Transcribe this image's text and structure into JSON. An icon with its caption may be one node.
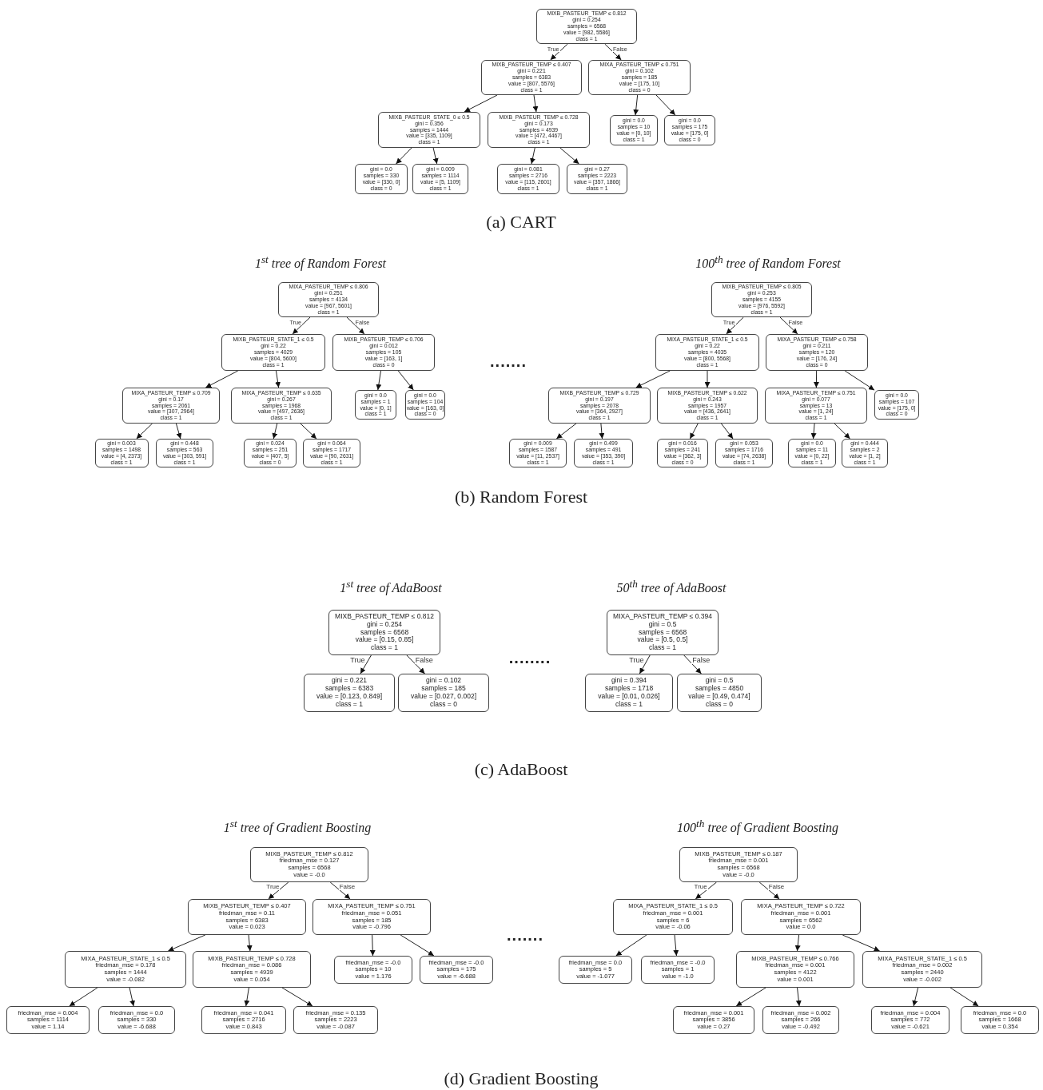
{
  "diagram": {
    "nodes": [
      {
        "text": [
          "MIXB_PASTEUR_TEMP ≤ 0.812",
          "gini = 0.254",
          "samples = 6568",
          "value = [982, 5586]",
          "class = 1"
        ]
      },
      {
        "text": [
          "MIXB_PASTEUR_TEMP ≤ 0.407",
          "gini = 0.221",
          "samples = 6383",
          "value = [807, 5576]",
          "class = 1"
        ]
      },
      {
        "text": [
          "MIXA_PASTEUR_TEMP ≤ 0.751",
          "gini = 0.102",
          "samples = 185",
          "value = [175, 10]",
          "class = 0"
        ]
      },
      {
        "text": [
          "MIXB_PASTEUR_STATE_0 ≤ 0.5",
          "gini = 0.356",
          "samples = 1444",
          "value = [335, 1109]",
          "class = 1"
        ]
      },
      {
        "text": [
          "MIXB_PASTEUR_TEMP ≤ 0.728",
          "gini = 0.173",
          "samples = 4939",
          "value = [472, 4467]",
          "class = 1"
        ]
      },
      {
        "text": [
          "gini = 0.0",
          "samples = 10",
          "value = [0, 10]",
          "class = 1"
        ]
      },
      {
        "text": [
          "gini = 0.0",
          "samples = 175",
          "value = [175, 0]",
          "class = 0"
        ]
      },
      {
        "text": [
          "gini = 0.0",
          "samples = 330",
          "value = [330, 0]",
          "class = 0"
        ]
      },
      {
        "text": [
          "gini = 0.009",
          "samples = 1114",
          "value = [5, 1109]",
          "class = 1"
        ]
      },
      {
        "text": [
          "gini = 0.081",
          "samples = 2716",
          "value = [115, 2601]",
          "class = 1"
        ]
      },
      {
        "text": [
          "gini = 0.27",
          "samples = 2223",
          "value = [357, 1866]",
          "class = 1"
        ]
      },
      {
        "text": [
          "MIXA_PASTEUR_TEMP ≤ 0.806",
          "gini = 0.251",
          "samples = 4134",
          "value = [967, 5601]",
          "class = 1"
        ]
      },
      {
        "text": [
          "MIXB_PASTEUR_STATE_1 ≤ 0.5",
          "gini = 0.22",
          "samples = 4029",
          "value = [804, 5600]",
          "class = 1"
        ]
      },
      {
        "text": [
          "MIXB_PASTEUR_TEMP ≤ 0.706",
          "gini = 0.012",
          "samples = 105",
          "value = [163, 1]",
          "class = 0"
        ]
      },
      {
        "text": [
          "MIXA_PASTEUR_TEMP ≤ 0.709",
          "gini = 0.17",
          "samples = 2061",
          "value = [307, 2964]",
          "class = 1"
        ]
      },
      {
        "text": [
          "MIXA_PASTEUR_TEMP ≤ 0.635",
          "gini = 0.267",
          "samples = 1968",
          "value = [497, 2636]",
          "class = 1"
        ]
      },
      {
        "text": [
          "gini = 0.0",
          "samples = 1",
          "value = [0, 1]",
          "class = 1"
        ]
      },
      {
        "text": [
          "gini = 0.0",
          "samples = 104",
          "value = [163, 0]",
          "class = 0"
        ]
      },
      {
        "text": [
          "gini = 0.003",
          "samples = 1498",
          "value = [4, 2373]",
          "class = 1"
        ]
      },
      {
        "text": [
          "gini = 0.448",
          "samples = 563",
          "value = [303, 591]",
          "class = 1"
        ]
      },
      {
        "text": [
          "gini = 0.024",
          "samples = 251",
          "value = [407, 5]",
          "class = 0"
        ]
      },
      {
        "text": [
          "gini = 0.064",
          "samples = 1717",
          "value = [90, 2631]",
          "class = 1"
        ]
      },
      {
        "text": [
          "MIXB_PASTEUR_TEMP ≤ 0.805",
          "gini = 0.253",
          "samples = 4155",
          "value = [976, 5592]",
          "class = 1"
        ]
      },
      {
        "text": [
          "MIXA_PASTEUR_STATE_1 ≤ 0.5",
          "gini = 0.22",
          "samples = 4035",
          "value = [800, 5568]",
          "class = 1"
        ]
      },
      {
        "text": [
          "MIXA_PASTEUR_TEMP ≤ 0.758",
          "gini = 0.211",
          "samples = 120",
          "value = [176, 24]",
          "class = 0"
        ]
      },
      {
        "text": [
          "MIXB_PASTEUR_TEMP ≤ 0.729",
          "gini = 0.197",
          "samples = 2078",
          "value = [364, 2927]",
          "class = 1"
        ]
      },
      {
        "text": [
          "MIXB_PASTEUR_TEMP ≤ 0.622",
          "gini = 0.243",
          "samples = 1957",
          "value = [436, 2641]",
          "class = 1"
        ]
      },
      {
        "text": [
          "MIXA_PASTEUR_TEMP ≤ 0.751",
          "gini = 0.077",
          "samples = 13",
          "value = [1, 24]",
          "class = 1"
        ]
      },
      {
        "text": [
          "gini = 0.0",
          "samples = 107",
          "value = [175, 0]",
          "class = 0"
        ]
      },
      {
        "text": [
          "gini = 0.009",
          "samples = 1587",
          "value = [11, 2537]",
          "class = 1"
        ]
      },
      {
        "text": [
          "gini = 0.499",
          "samples = 491",
          "value = [353, 390]",
          "class = 1"
        ]
      },
      {
        "text": [
          "gini = 0.016",
          "samples = 241",
          "value = [362, 3]",
          "class = 0"
        ]
      },
      {
        "text": [
          "gini = 0.053",
          "samples = 1716",
          "value = [74, 2638]",
          "class = 1"
        ]
      },
      {
        "text": [
          "gini = 0.0",
          "samples = 11",
          "value = [0, 22]",
          "class = 1"
        ]
      },
      {
        "text": [
          "gini = 0.444",
          "samples = 2",
          "value = [1, 2]",
          "class = 1"
        ]
      },
      {
        "text": [
          "MIXB_PASTEUR_TEMP ≤ 0.812",
          "gini = 0.254",
          "samples = 6568",
          "value = [0.15, 0.85]",
          "class = 1"
        ]
      },
      {
        "text": [
          "gini = 0.221",
          "samples = 6383",
          "value = [0.123, 0.849]",
          "class = 1"
        ]
      },
      {
        "text": [
          "gini = 0.102",
          "samples = 185",
          "value = [0.027, 0.002]",
          "class = 0"
        ]
      },
      {
        "text": [
          "MIXA_PASTEUR_TEMP ≤ 0.394",
          "gini = 0.5",
          "samples = 6568",
          "value = [0.5, 0.5]",
          "class = 1"
        ]
      },
      {
        "text": [
          "gini = 0.394",
          "samples = 1718",
          "value = [0.01, 0.026]",
          "class = 1"
        ]
      },
      {
        "text": [
          "gini = 0.5",
          "samples = 4850",
          "value = [0.49, 0.474]",
          "class = 0"
        ]
      },
      {
        "text": [
          "MIXB_PASTEUR_TEMP ≤ 0.812",
          "friedman_mse = 0.127",
          "samples = 6568",
          "value = -0.0"
        ]
      },
      {
        "text": [
          "MIXB_PASTEUR_TEMP ≤ 0.407",
          "friedman_mse = 0.11",
          "samples = 6383",
          "value = 0.023"
        ]
      },
      {
        "text": [
          "MIXA_PASTEUR_TEMP ≤ 0.751",
          "friedman_mse = 0.051",
          "samples = 185",
          "value = -0.796"
        ]
      },
      {
        "text": [
          "MIXA_PASTEUR_STATE_1 ≤ 0.5",
          "friedman_mse = 0.178",
          "samples = 1444",
          "value = -0.082"
        ]
      },
      {
        "text": [
          "MIXB_PASTEUR_TEMP ≤ 0.728",
          "friedman_mse = 0.086",
          "samples = 4939",
          "value = 0.054"
        ]
      },
      {
        "text": [
          "friedman_mse = -0.0",
          "samples = 10",
          "value = 1.176"
        ]
      },
      {
        "text": [
          "friedman_mse = -0.0",
          "samples = 175",
          "value = -6.688"
        ]
      },
      {
        "text": [
          "friedman_mse = 0.004",
          "samples = 1114",
          "value = 1.14"
        ]
      },
      {
        "text": [
          "friedman_mse = 0.0",
          "samples = 330",
          "value = -6.688"
        ]
      },
      {
        "text": [
          "friedman_mse = 0.041",
          "samples = 2716",
          "value = 0.843"
        ]
      },
      {
        "text": [
          "friedman_mse = 0.135",
          "samples = 2223",
          "value = -0.087"
        ]
      },
      {
        "text": [
          "MIXB_PASTEUR_TEMP ≤ 0.187",
          "friedman_mse = 0.001",
          "samples = 6568",
          "value = -0.0"
        ]
      },
      {
        "text": [
          "MIXA_PASTEUR_STATE_1 ≤ 0.5",
          "friedman_mse = 0.001",
          "samples = 6",
          "value = -0.06"
        ]
      },
      {
        "text": [
          "MIXA_PASTEUR_TEMP ≤ 0.722",
          "friedman_mse = 0.001",
          "samples = 6562",
          "value = 0.0"
        ]
      },
      {
        "text": [
          "friedman_mse = 0.0",
          "samples = 5",
          "value = -1.077"
        ]
      },
      {
        "text": [
          "friedman_mse = -0.0",
          "samples = 1",
          "value = -1.0"
        ]
      },
      {
        "text": [
          "MIXB_PASTEUR_TEMP ≤ 0.766",
          "friedman_mse = 0.001",
          "samples = 4122",
          "value = 0.001"
        ]
      },
      {
        "text": [
          "MIXA_PASTEUR_STATE_1 ≤ 0.5",
          "friedman_mse = 0.002",
          "samples = 2440",
          "value = -0.002"
        ]
      },
      {
        "text": [
          "friedman_mse = 0.001",
          "samples = 3856",
          "value = 0.27"
        ]
      },
      {
        "text": [
          "friedman_mse = 0.002",
          "samples = 266",
          "value = -0.492"
        ]
      },
      {
        "text": [
          "friedman_mse = 0.004",
          "samples = 772",
          "value = -0.621"
        ]
      },
      {
        "text": [
          "friedman_mse = 0.0",
          "samples = 1668",
          "value = 0.354"
        ]
      }
    ],
    "edges": [
      {
        "from": 0,
        "to": 1,
        "arrow": "to",
        "label": "True"
      },
      {
        "from": 0,
        "to": 2,
        "arrow": "to",
        "label": "False"
      },
      {
        "from": 1,
        "to": 3,
        "arrow": "to"
      },
      {
        "from": 1,
        "to": 4,
        "arrow": "to"
      },
      {
        "from": 2,
        "to": 5,
        "arrow": "to"
      },
      {
        "from": 2,
        "to": 6,
        "arrow": "to"
      },
      {
        "from": 3,
        "to": 7,
        "arrow": "to"
      },
      {
        "from": 3,
        "to": 8,
        "arrow": "to"
      },
      {
        "from": 4,
        "to": 9,
        "arrow": "to"
      },
      {
        "from": 4,
        "to": 10,
        "arrow": "to"
      },
      {
        "from": 11,
        "to": 12,
        "arrow": "to",
        "label": "True"
      },
      {
        "from": 11,
        "to": 13,
        "arrow": "to",
        "label": "False"
      },
      {
        "from": 12,
        "to": 14,
        "arrow": "to"
      },
      {
        "from": 12,
        "to": 15,
        "arrow": "to"
      },
      {
        "from": 13,
        "to": 16,
        "arrow": "to"
      },
      {
        "from": 13,
        "to": 17,
        "arrow": "to"
      },
      {
        "from": 14,
        "to": 18,
        "arrow": "to"
      },
      {
        "from": 14,
        "to": 19,
        "arrow": "to"
      },
      {
        "from": 15,
        "to": 20,
        "arrow": "to"
      },
      {
        "from": 15,
        "to": 21,
        "arrow": "to"
      },
      {
        "from": 22,
        "to": 23,
        "arrow": "to",
        "label": "True"
      },
      {
        "from": 22,
        "to": 24,
        "arrow": "to",
        "label": "False"
      },
      {
        "from": 23,
        "to": 25,
        "arrow": "to"
      },
      {
        "from": 23,
        "to": 26,
        "arrow": "to"
      },
      {
        "from": 24,
        "to": 27,
        "arrow": "to"
      },
      {
        "from": 24,
        "to": 28,
        "arrow": "to"
      },
      {
        "from": 25,
        "to": 29,
        "arrow": "to"
      },
      {
        "from": 25,
        "to": 30,
        "arrow": "to"
      },
      {
        "from": 26,
        "to": 31,
        "arrow": "to"
      },
      {
        "from": 26,
        "to": 32,
        "arrow": "to"
      },
      {
        "from": 27,
        "to": 33,
        "arrow": "to"
      },
      {
        "from": 27,
        "to": 34,
        "arrow": "to"
      },
      {
        "from": 35,
        "to": 36,
        "arrow": "to",
        "label": "True"
      },
      {
        "from": 35,
        "to": 37,
        "arrow": "to",
        "label": "False"
      },
      {
        "from": 38,
        "to": 39,
        "arrow": "to",
        "label": "True"
      },
      {
        "from": 38,
        "to": 40,
        "arrow": "to",
        "label": "False"
      },
      {
        "from": 41,
        "to": 42,
        "arrow": "to",
        "label": "True"
      },
      {
        "from": 41,
        "to": 43,
        "arrow": "to",
        "label": "False"
      },
      {
        "from": 42,
        "to": 44,
        "arrow": "to"
      },
      {
        "from": 42,
        "to": 45,
        "arrow": "to"
      },
      {
        "from": 43,
        "to": 46,
        "arrow": "to"
      },
      {
        "from": 43,
        "to": 47,
        "arrow": "to"
      },
      {
        "from": 44,
        "to": 48,
        "arrow": "to"
      },
      {
        "from": 44,
        "to": 49,
        "arrow": "to"
      },
      {
        "from": 45,
        "to": 50,
        "arrow": "to"
      },
      {
        "from": 45,
        "to": 51,
        "arrow": "to"
      },
      {
        "from": 52,
        "to": 53,
        "arrow": "to",
        "label": "True"
      },
      {
        "from": 52,
        "to": 54,
        "arrow": "to",
        "label": "False"
      },
      {
        "from": 53,
        "to": 55,
        "arrow": "to"
      },
      {
        "from": 53,
        "to": 56,
        "arrow": "to"
      },
      {
        "from": 54,
        "to": 57,
        "arrow": "to"
      },
      {
        "from": 54,
        "to": 58,
        "arrow": "to"
      },
      {
        "from": 57,
        "to": 59,
        "arrow": "to"
      },
      {
        "from": 57,
        "to": 60,
        "arrow": "to"
      },
      {
        "from": 58,
        "to": 61,
        "arrow": "to"
      },
      {
        "from": 58,
        "to": 62,
        "arrow": "to"
      }
    ],
    "labels": [
      "(a) CART",
      "1$^{st}$ tree of Random Forest",
      "100$^{th}$ tree of Random Forest",
      ".......",
      "(b) Random Forest",
      "1$^{st}$ tree of AdaBoost",
      "50$^{th}$ tree of AdaBoost",
      "........",
      "(c) AdaBoost",
      "1$^{st}$ tree of Gradient Boosting",
      "100$^{th}$ tree of Gradient Boosting",
      ".......",
      "(d) Gradient Boosting"
    ]
  }
}
